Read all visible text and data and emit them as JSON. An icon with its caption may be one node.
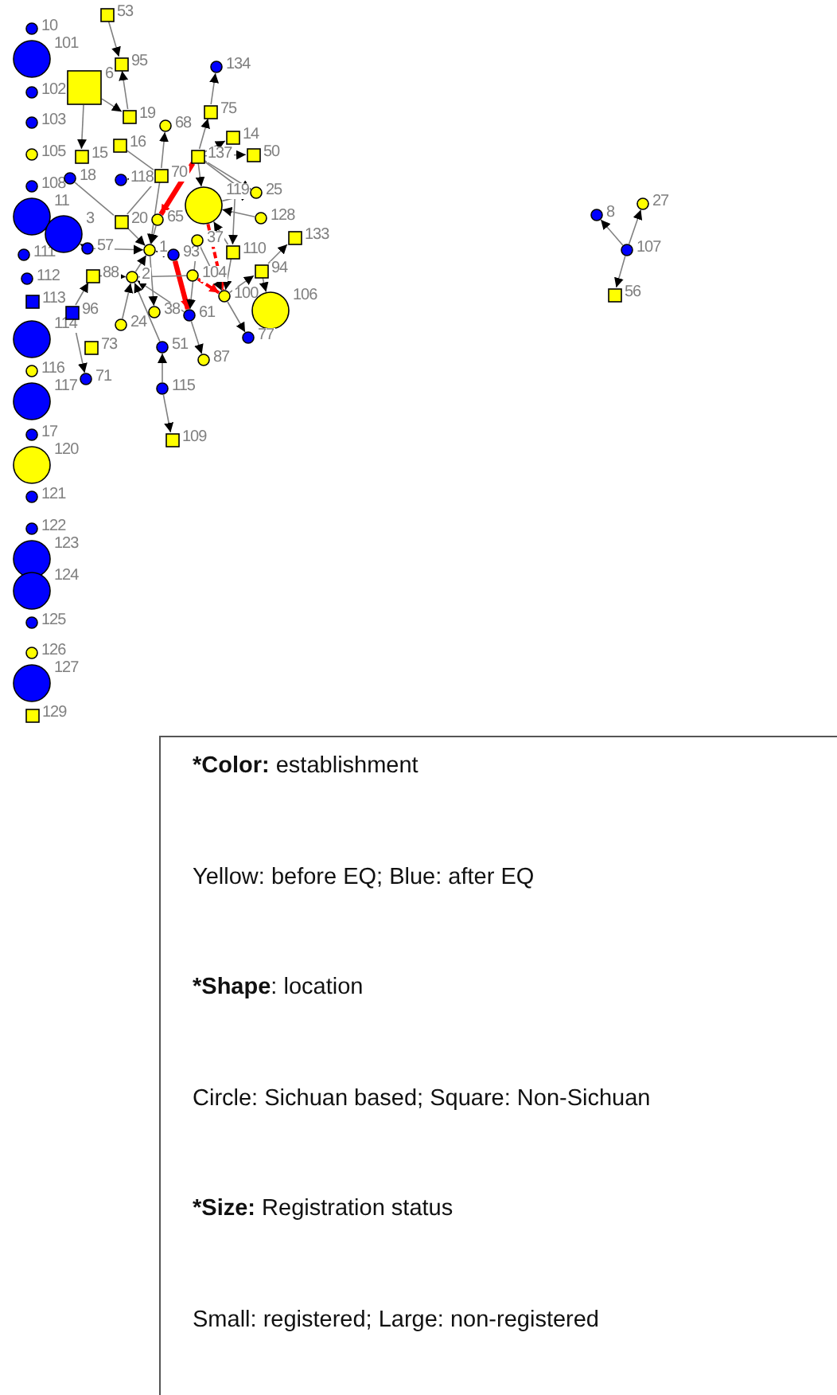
{
  "diagram": {
    "nodes": [
      {
        "text": [
          "10"
        ]
      },
      {
        "text": [
          "101"
        ]
      },
      {
        "text": [
          "102"
        ]
      },
      {
        "text": [
          "103"
        ]
      },
      {
        "text": [
          "105"
        ]
      },
      {
        "text": [
          "108"
        ]
      },
      {
        "text": [
          "11"
        ]
      },
      {
        "text": [
          "111"
        ]
      },
      {
        "text": [
          "112"
        ]
      },
      {
        "text": [
          "113"
        ]
      },
      {
        "text": [
          "114"
        ]
      },
      {
        "text": [
          "116"
        ]
      },
      {
        "text": [
          "117"
        ]
      },
      {
        "text": [
          "17"
        ]
      },
      {
        "text": [
          "120"
        ]
      },
      {
        "text": [
          "121"
        ]
      },
      {
        "text": [
          "122"
        ]
      },
      {
        "text": [
          "123"
        ]
      },
      {
        "text": [
          "124"
        ]
      },
      {
        "text": [
          "125"
        ]
      },
      {
        "text": [
          "126"
        ]
      },
      {
        "text": [
          "127"
        ]
      },
      {
        "text": [
          "129"
        ]
      },
      {
        "text": [
          "53"
        ]
      },
      {
        "text": [
          "95"
        ]
      },
      {
        "text": [
          "6"
        ]
      },
      {
        "text": [
          "19"
        ]
      },
      {
        "text": [
          "15"
        ]
      },
      {
        "text": [
          "16"
        ]
      },
      {
        "text": [
          "68"
        ]
      },
      {
        "text": [
          "134"
        ]
      },
      {
        "text": [
          "75"
        ]
      },
      {
        "text": [
          "14"
        ]
      },
      {
        "text": [
          "50"
        ]
      },
      {
        "text": [
          "137"
        ]
      },
      {
        "text": [
          "70"
        ]
      },
      {
        "text": [
          "118"
        ]
      },
      {
        "text": [
          "18"
        ]
      },
      {
        "text": [
          "119"
        ]
      },
      {
        "text": [
          "25"
        ]
      },
      {
        "text": [
          "128"
        ]
      },
      {
        "text": [
          "3"
        ]
      },
      {
        "text": [
          "20"
        ]
      },
      {
        "text": [
          "65"
        ]
      },
      {
        "text": [
          "57"
        ]
      },
      {
        "text": [
          "1"
        ]
      },
      {
        "text": [
          "93"
        ]
      },
      {
        "text": [
          "37"
        ]
      },
      {
        "text": [
          "110"
        ]
      },
      {
        "text": [
          "133"
        ]
      },
      {
        "text": [
          "88"
        ]
      },
      {
        "text": [
          "2"
        ]
      },
      {
        "text": [
          "104"
        ]
      },
      {
        "text": [
          "94"
        ]
      },
      {
        "text": [
          "100"
        ]
      },
      {
        "text": [
          "106"
        ]
      },
      {
        "text": [
          "96"
        ]
      },
      {
        "text": [
          "38"
        ]
      },
      {
        "text": [
          "61"
        ]
      },
      {
        "text": [
          "24"
        ]
      },
      {
        "text": [
          "77"
        ]
      },
      {
        "text": [
          "73"
        ]
      },
      {
        "text": [
          "51"
        ]
      },
      {
        "text": [
          "87"
        ]
      },
      {
        "text": [
          "71"
        ]
      },
      {
        "text": [
          "115"
        ]
      },
      {
        "text": [
          "109"
        ]
      },
      {
        "text": [
          "8"
        ]
      },
      {
        "text": [
          "27"
        ]
      },
      {
        "text": [
          "107"
        ]
      },
      {
        "text": [
          "56"
        ]
      }
    ],
    "edges": [
      {
        "from": 23,
        "to": 24,
        "arrow": "to"
      },
      {
        "from": 26,
        "to": 24,
        "arrow": "to"
      },
      {
        "from": 25,
        "to": 26,
        "arrow": "to"
      },
      {
        "from": 25,
        "to": 27,
        "arrow": "to"
      },
      {
        "from": 31,
        "to": 30,
        "arrow": "to"
      },
      {
        "from": 34,
        "to": 31,
        "arrow": "to"
      },
      {
        "from": 35,
        "to": 29,
        "arrow": "to"
      },
      {
        "from": 34,
        "to": 32,
        "arrow": "to"
      },
      {
        "from": 34,
        "to": 33,
        "arrow": "to"
      },
      {
        "from": 34,
        "to": 39,
        "arrow": "to"
      },
      {
        "from": 38,
        "to": 39,
        "arrow": "to"
      },
      {
        "from": 34,
        "to": 43,
        "arrow": "to",
        "style": "thick",
        "color": "#ff0000"
      },
      {
        "from": 34,
        "to": 38,
        "arrow": "to"
      },
      {
        "from": 40,
        "to": 38,
        "arrow": "to"
      },
      {
        "from": 48,
        "to": 38,
        "arrow": "to"
      },
      {
        "from": 34,
        "to": 48,
        "arrow": "to"
      },
      {
        "from": 38,
        "to": 54,
        "arrow": "to",
        "style": "dashed",
        "color": "#ff0000"
      },
      {
        "from": 52,
        "to": 54,
        "arrow": "to",
        "style": "dashed",
        "color": "#ff0000"
      },
      {
        "from": 46,
        "to": 58,
        "arrow": "to",
        "style": "thick",
        "color": "#ff0000"
      },
      {
        "from": 28,
        "to": 35,
        "arrow": "none"
      },
      {
        "from": 35,
        "to": 36,
        "arrow": "to"
      },
      {
        "from": 37,
        "to": 42,
        "arrow": "none"
      },
      {
        "from": 42,
        "to": 35,
        "arrow": "none"
      },
      {
        "from": 44,
        "to": 45,
        "arrow": "to"
      },
      {
        "from": 42,
        "to": 45,
        "arrow": "to"
      },
      {
        "from": 43,
        "to": 45,
        "arrow": "to"
      },
      {
        "from": 35,
        "to": 45,
        "arrow": "to"
      },
      {
        "from": 46,
        "to": 45,
        "arrow": "to"
      },
      {
        "from": 56,
        "to": 50,
        "arrow": "to"
      },
      {
        "from": 50,
        "to": 51,
        "arrow": "to"
      },
      {
        "from": 59,
        "to": 51,
        "arrow": "to"
      },
      {
        "from": 62,
        "to": 51,
        "arrow": "to"
      },
      {
        "from": 52,
        "to": 51,
        "arrow": "none"
      },
      {
        "from": 45,
        "to": 57,
        "arrow": "to"
      },
      {
        "from": 58,
        "to": 51,
        "arrow": "to"
      },
      {
        "from": 58,
        "to": 63,
        "arrow": "to"
      },
      {
        "from": 47,
        "to": 58,
        "arrow": "to"
      },
      {
        "from": 65,
        "to": 62,
        "arrow": "to"
      },
      {
        "from": 65,
        "to": 66,
        "arrow": "to"
      },
      {
        "from": 56,
        "to": 64,
        "arrow": "to"
      },
      {
        "from": 44,
        "to": 41,
        "arrow": "to"
      },
      {
        "from": 54,
        "to": 60,
        "arrow": "to"
      },
      {
        "from": 53,
        "to": 49,
        "arrow": "to"
      },
      {
        "from": 54,
        "to": 53,
        "arrow": "to"
      },
      {
        "from": 53,
        "to": 55,
        "arrow": "to"
      },
      {
        "from": 48,
        "to": 54,
        "arrow": "to"
      },
      {
        "from": 47,
        "to": 54,
        "arrow": "to"
      },
      {
        "from": 51,
        "to": 45,
        "arrow": "to"
      },
      {
        "from": 69,
        "to": 67,
        "arrow": "to"
      },
      {
        "from": 69,
        "to": 68,
        "arrow": "to"
      },
      {
        "from": 69,
        "to": 70,
        "arrow": "to"
      }
    ],
    "labels": [
      "***Color:** establishment",
      "Yellow: before EQ; Blue: after EQ",
      "***Shape**: location",
      "Circle: Sichuan based; Square: Non-Sichuan",
      "***Size:** Registration status",
      "Small: registered; Large: non-registered"
    ]
  }
}
